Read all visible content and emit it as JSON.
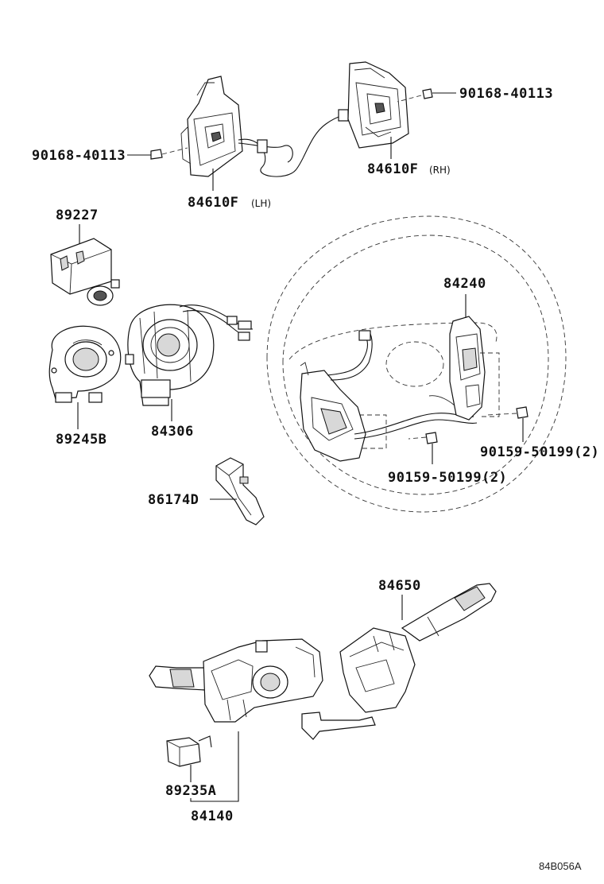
{
  "labels": {
    "p84610f_lh": "84610F",
    "p84610f_lh_side": "(LH)",
    "p84610f_rh": "84610F",
    "p84610f_rh_side": "(RH)",
    "p90168_left": "90168-40113",
    "p90168_right": "90168-40113",
    "p89227": "89227",
    "p84240": "84240",
    "p89245b": "89245B",
    "p84306": "84306",
    "p86174d": "86174D",
    "p90159_right": "90159-50199(2)",
    "p90159_bottom": "90159-50199(2)",
    "p84650": "84650",
    "p89235a": "89235A",
    "p84140": "84140"
  },
  "diagram_code": "84B056A"
}
